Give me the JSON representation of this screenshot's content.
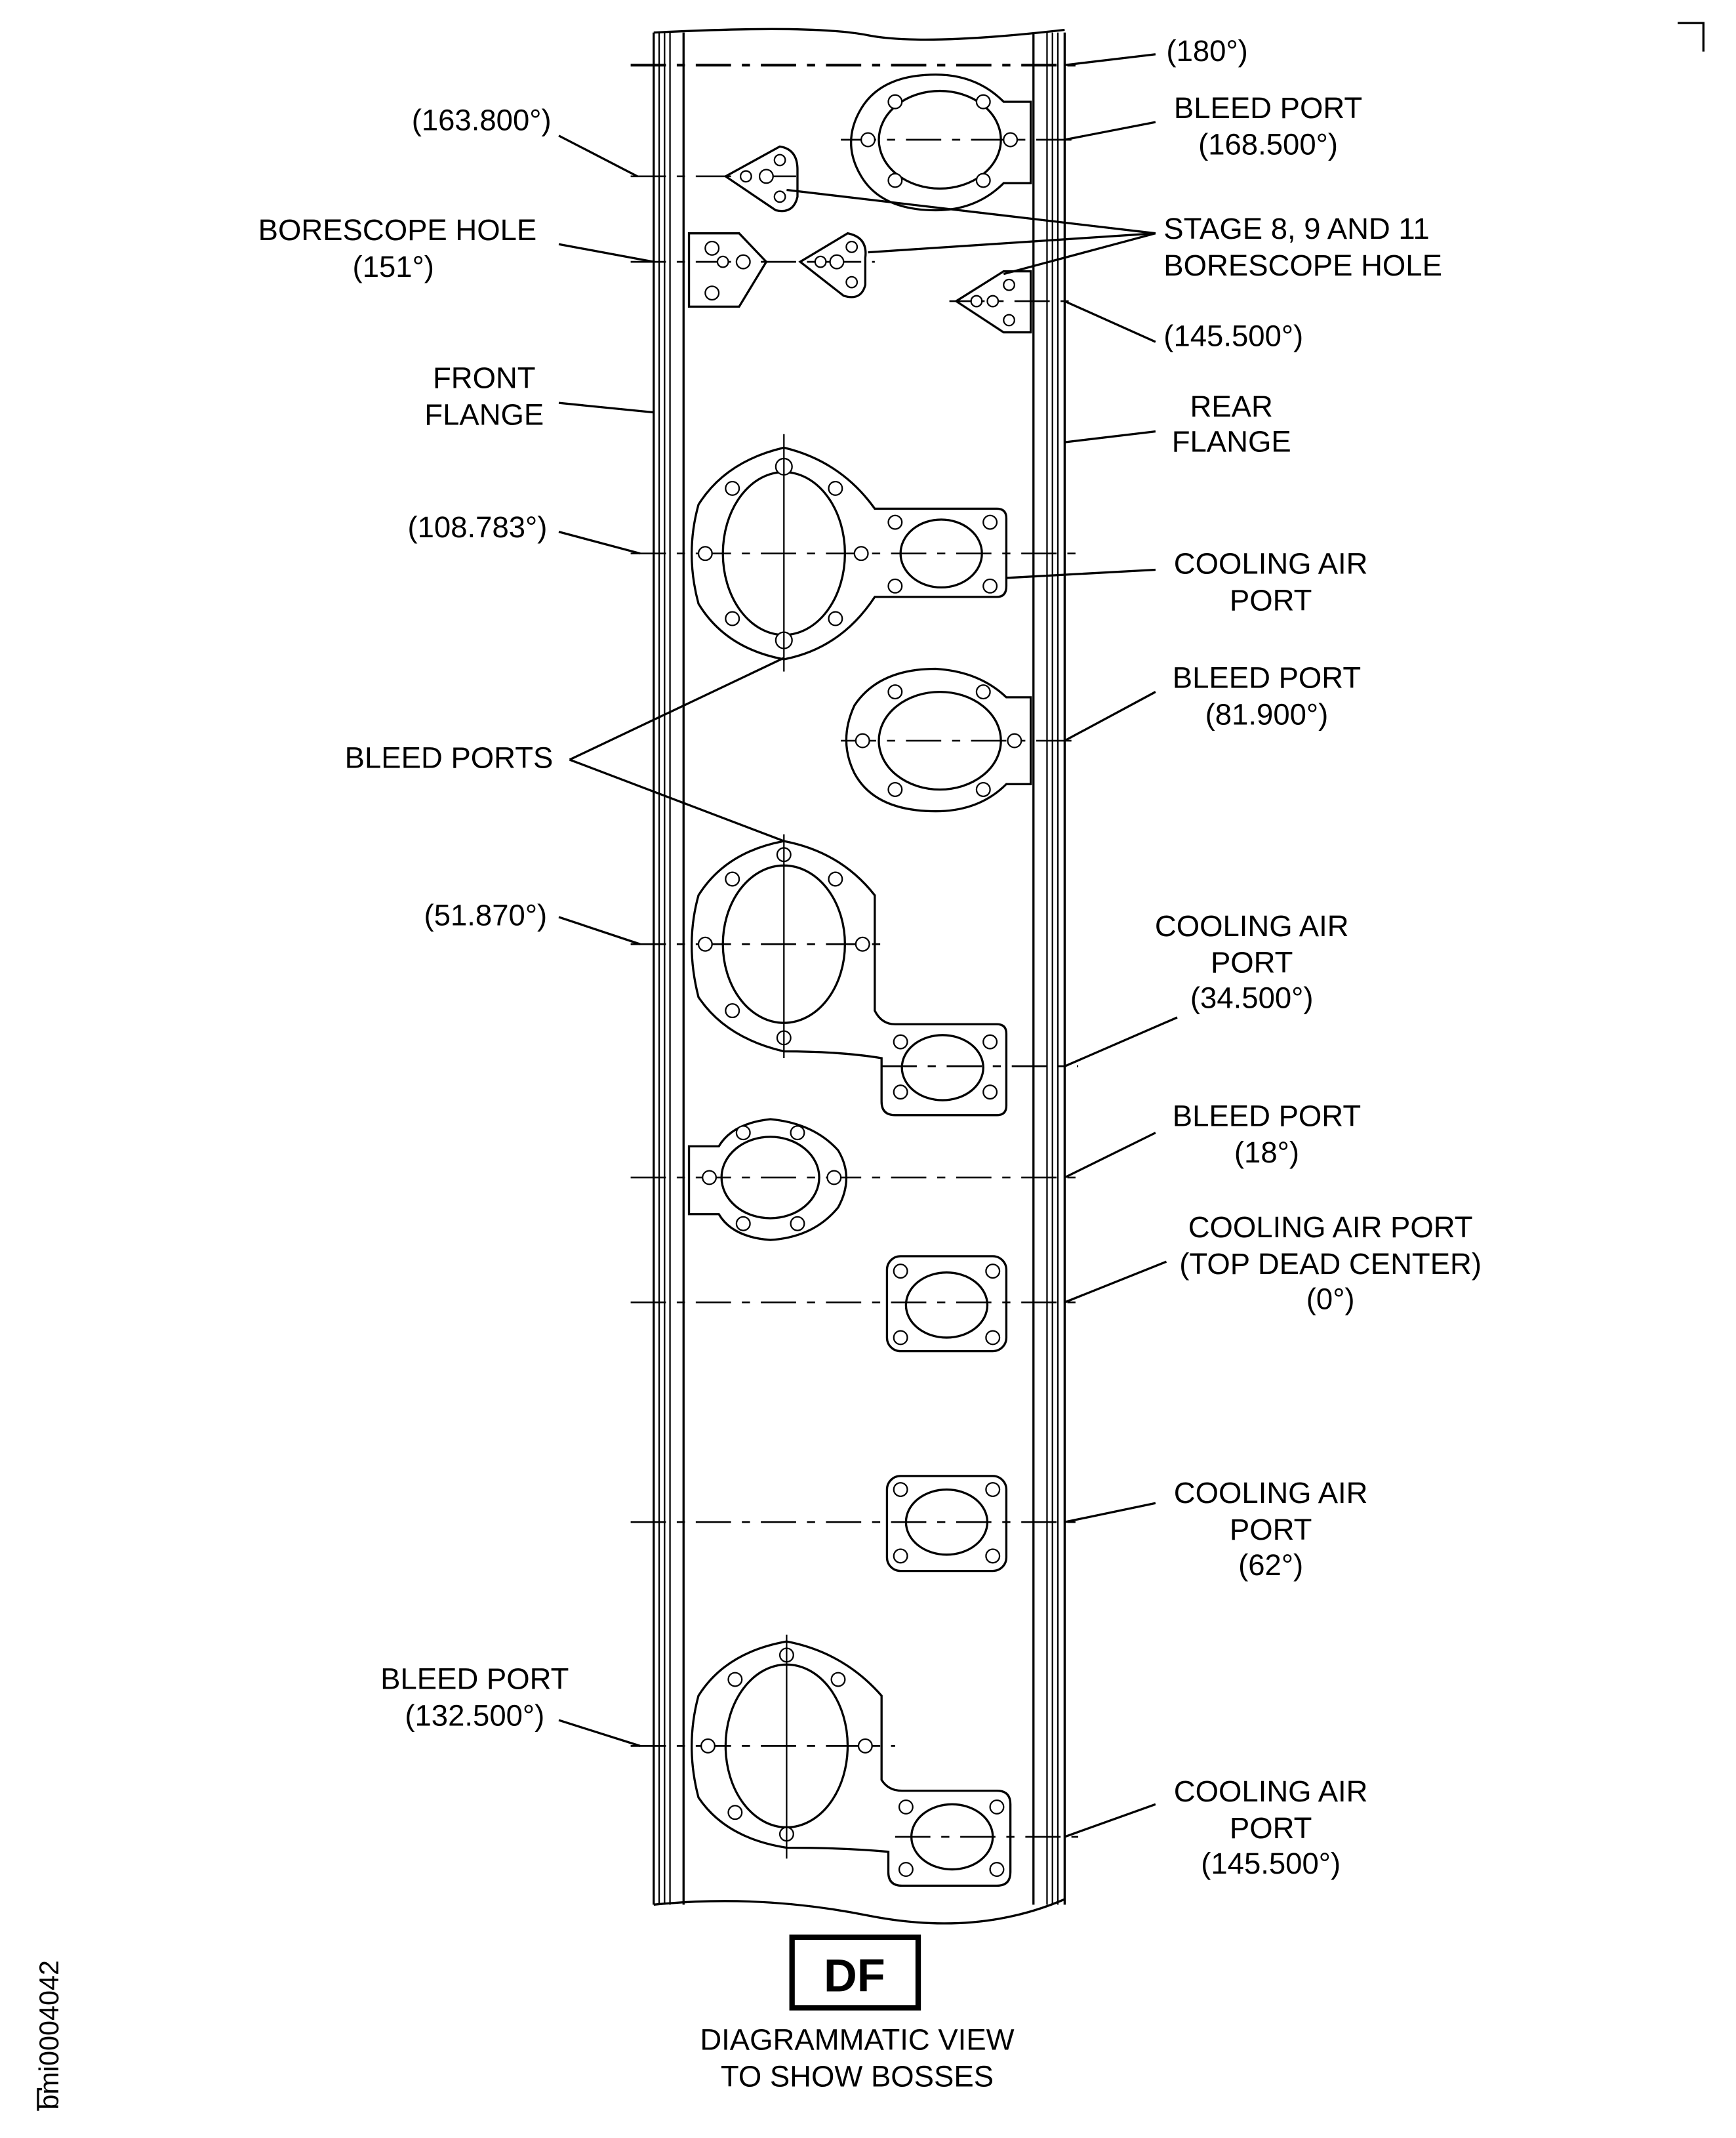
{
  "figure_id": "bmi0004042",
  "view_letter": "DF",
  "caption": [
    "DIAGRAMMATIC VIEW",
    "TO SHOW BOSSES"
  ],
  "labels": {
    "deg180": "(180°)",
    "bleed_top": [
      "BLEED PORT",
      "(168.500°)"
    ],
    "deg163": "(163.800°)",
    "borescope": [
      "BORESCOPE HOLE",
      "(151°)"
    ],
    "stage": [
      "STAGE 8, 9 AND 11",
      "BORESCOPE HOLE"
    ],
    "deg145": "(145.500°)",
    "front_flange": [
      "FRONT",
      "FLANGE"
    ],
    "rear_flange": [
      "REAR",
      "FLANGE"
    ],
    "deg108": "(108.783°)",
    "cooling_1": [
      "COOLING AIR",
      "PORT"
    ],
    "bleed_81": [
      "BLEED PORT",
      "(81.900°)"
    ],
    "bleed_ports": "BLEED PORTS",
    "deg51": "(51.870°)",
    "cooling_34": [
      "COOLING AIR",
      "PORT",
      "(34.500°)"
    ],
    "bleed_18": [
      "BLEED PORT",
      "(18°)"
    ],
    "cooling_0": [
      "COOLING AIR PORT",
      "(TOP DEAD CENTER)",
      "(0°)"
    ],
    "cooling_62": [
      "COOLING AIR",
      "PORT",
      "(62°)"
    ],
    "bleed_132": [
      "BLEED PORT",
      "(132.500°)"
    ],
    "cooling_145": [
      "COOLING AIR",
      "PORT",
      "(145.500°)"
    ]
  }
}
